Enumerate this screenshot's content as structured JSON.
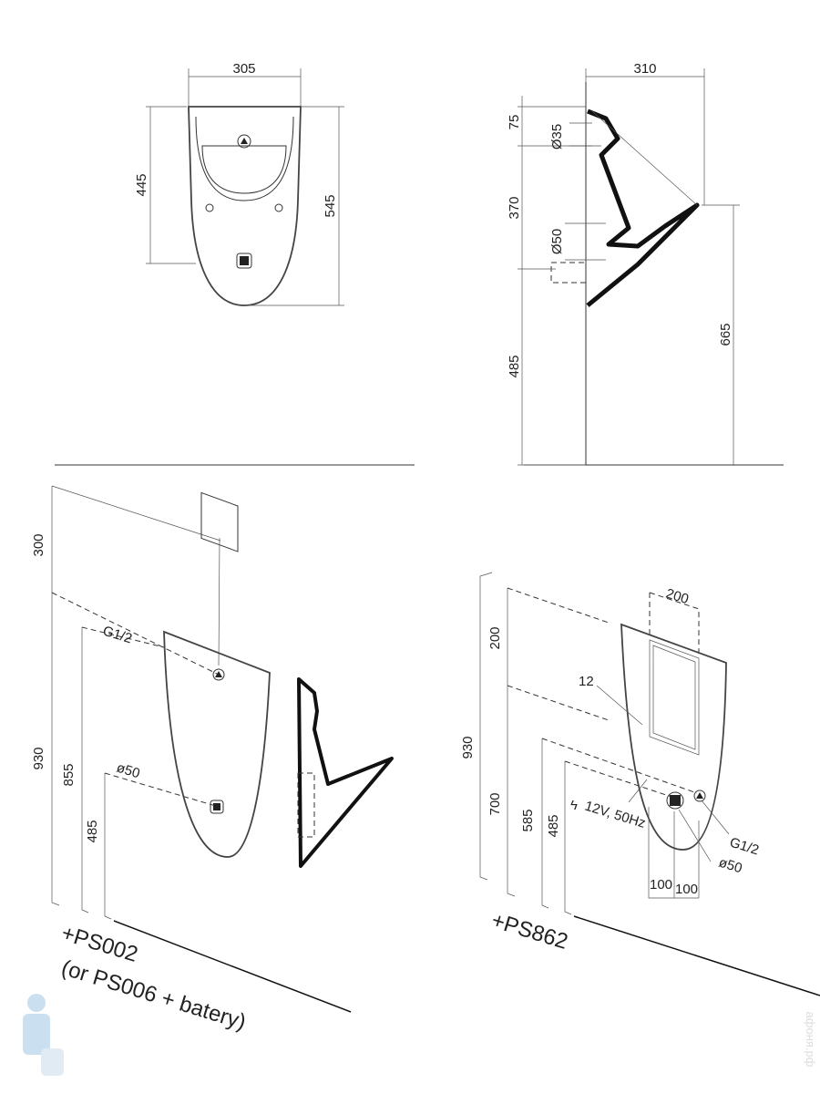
{
  "front_view": {
    "width": "305",
    "height_body": "445",
    "height_total": "545"
  },
  "side_view": {
    "depth": "310",
    "top_offset": "75",
    "inlet_diameter": "Ø35",
    "mid_height": "370",
    "outlet_diameter": "Ø50",
    "bottom_height": "485",
    "rim_height": "665"
  },
  "install_left": {
    "h_top": "300",
    "h_total": "930",
    "h_inlet": "855",
    "h_outlet": "485",
    "inlet_label": "G1/2",
    "outlet_label": "ø50",
    "kit_line1": "+PS002",
    "kit_line2": "(or PS006 + batery)"
  },
  "install_right": {
    "h_top": "200",
    "h_total": "930",
    "h_mid": "700",
    "h_power": "585",
    "h_outlet": "485",
    "opening_width": "200",
    "offset": "12",
    "power_label": "12V, 50Hz",
    "inlet_label": "G1/2",
    "outlet_label": "ø50",
    "spacing_left": "100",
    "spacing_right": "100",
    "kit": "+PS862"
  },
  "watermark": "афоня.рф"
}
